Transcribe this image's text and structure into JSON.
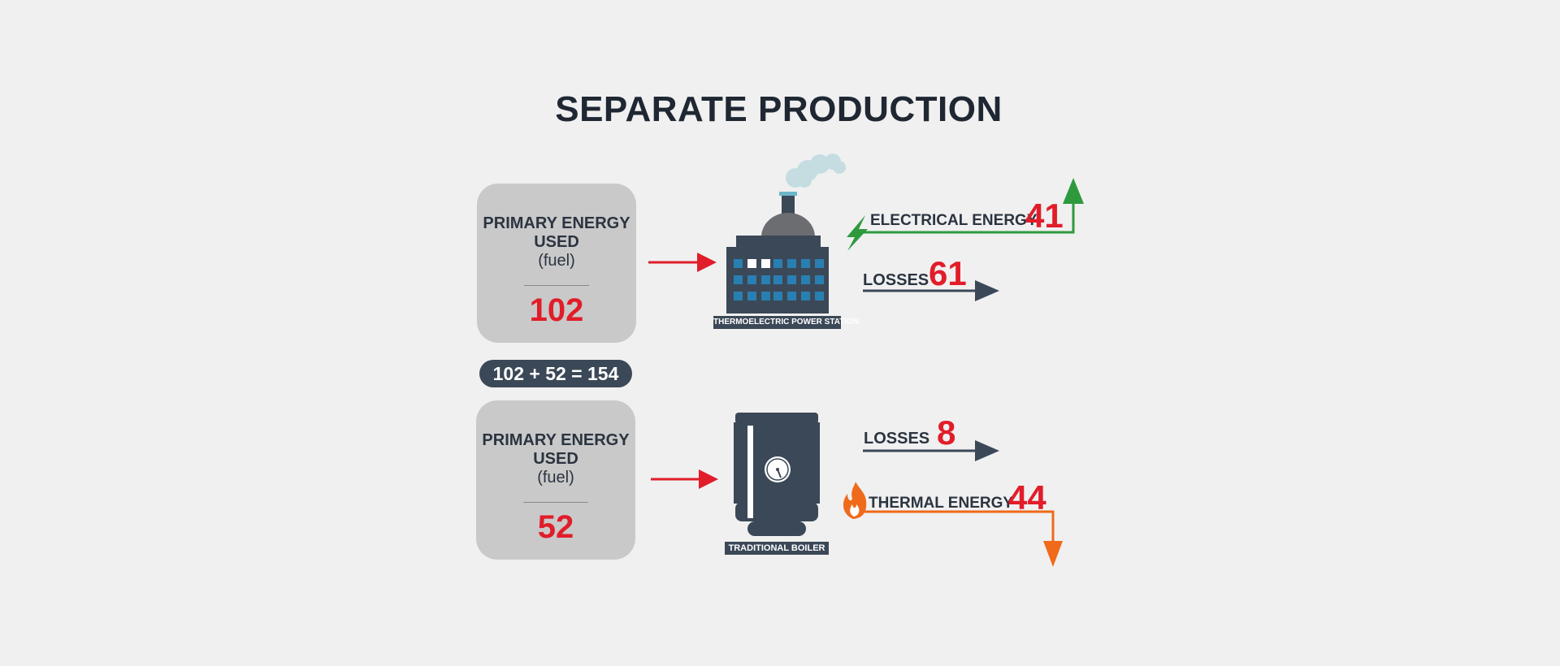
{
  "title": "SEPARATE PRODUCTION",
  "cards": [
    {
      "label": "PRIMARY ENERGY USED",
      "sub": "(fuel)",
      "value": "102"
    },
    {
      "label": "PRIMARY ENERGY USED",
      "sub": "(fuel)",
      "value": "52"
    }
  ],
  "total": "102 + 52 = 154",
  "plant": {
    "caption": "THERMOELECTRIC POWER STATION",
    "icon": "factory-icon"
  },
  "boiler": {
    "caption": "TRADITIONAL BOILER",
    "icon": "boiler-icon"
  },
  "outputs": {
    "electrical": {
      "label": "ELECTRICAL ENERGY",
      "value": "41",
      "color": "#2e9a3d",
      "icon": "lightning-icon"
    },
    "plant_losses": {
      "label": "LOSSES",
      "value": "61"
    },
    "boiler_losses": {
      "label": "LOSSES",
      "value": "8"
    },
    "thermal": {
      "label": "THERMAL ENERGY",
      "value": "44",
      "color": "#ef6a1a",
      "icon": "flame-icon"
    }
  },
  "colors": {
    "accent_red": "#e11d2a",
    "dark": "#3b4857",
    "card": "#c9c9c9",
    "background": "#f0f0f0"
  }
}
